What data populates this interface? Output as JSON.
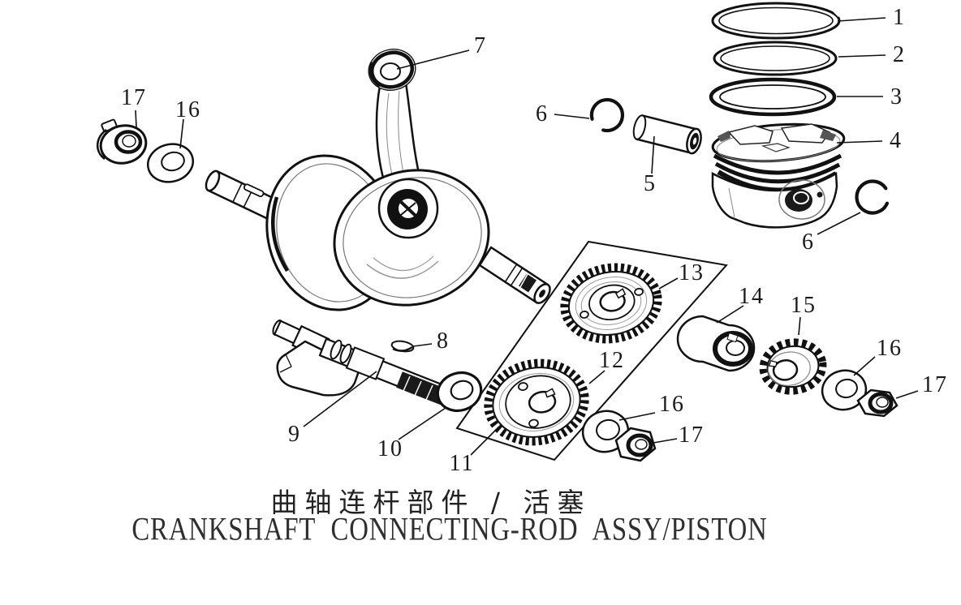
{
  "page": {
    "background": "#ffffff",
    "line_color": "#111111"
  },
  "titles": {
    "chinese": "曲轴连杆部件 / 活塞",
    "english": "CRANKSHAFT CONNECTING-ROD ASSY/PISTON"
  },
  "callouts": [
    {
      "label": "1"
    },
    {
      "label": "2"
    },
    {
      "label": "3"
    },
    {
      "label": "4"
    },
    {
      "label": "5"
    },
    {
      "label": "6"
    },
    {
      "label": "6"
    },
    {
      "label": "7"
    },
    {
      "label": "8"
    },
    {
      "label": "9"
    },
    {
      "label": "10"
    },
    {
      "label": "11"
    },
    {
      "label": "12"
    },
    {
      "label": "13"
    },
    {
      "label": "14"
    },
    {
      "label": "15"
    },
    {
      "label": "16"
    },
    {
      "label": "16"
    },
    {
      "label": "16"
    },
    {
      "label": "17"
    },
    {
      "label": "17"
    },
    {
      "label": "17"
    }
  ]
}
